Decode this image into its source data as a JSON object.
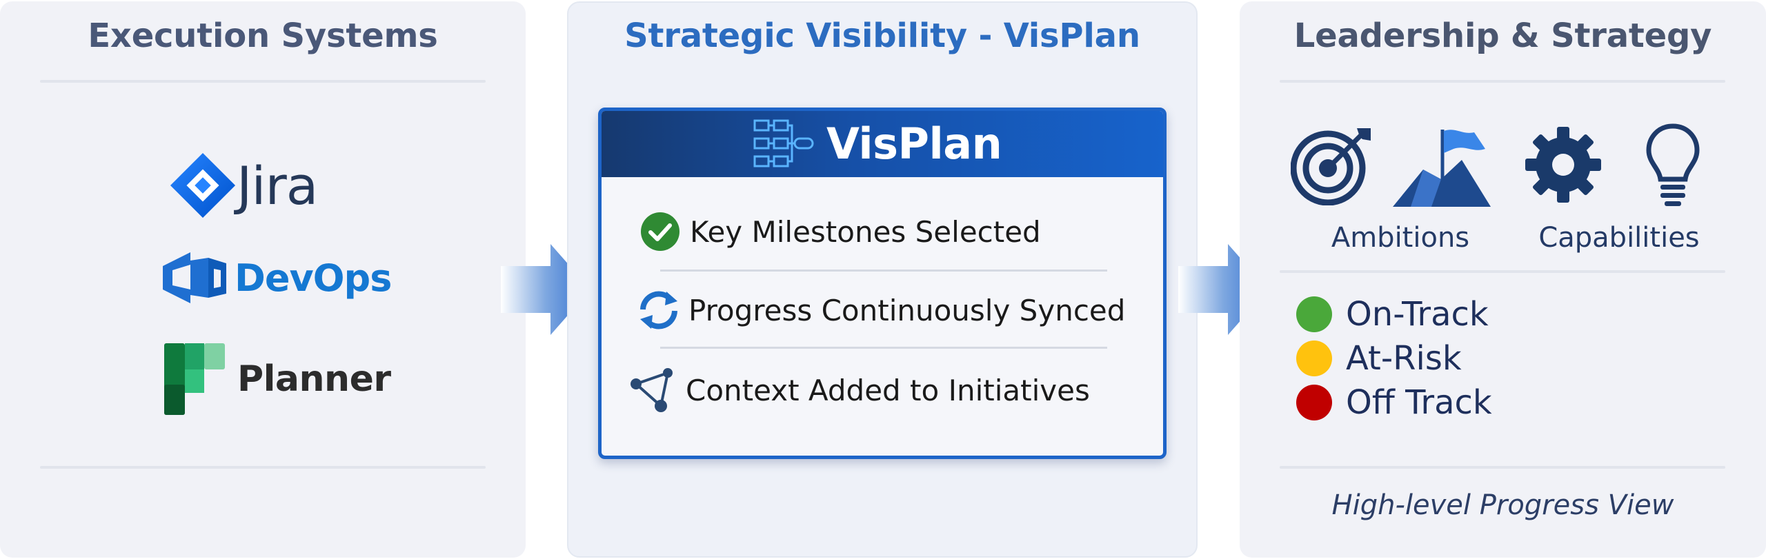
{
  "panels": {
    "execution": {
      "title": "Execution Systems",
      "logos": {
        "jira": "Jira",
        "devops": "DevOps",
        "planner": "Planner"
      }
    },
    "visibility": {
      "title": "Strategic Visibility - VisPlan",
      "brand": "VisPlan",
      "items": [
        {
          "text": "Key Milestones Selected",
          "icon": "check-circle-icon"
        },
        {
          "text": "Progress Continuously Synced",
          "icon": "sync-icon"
        },
        {
          "text": "Context Added to Initiatives",
          "icon": "network-icon"
        }
      ]
    },
    "leadership": {
      "title": "Leadership & Strategy",
      "icon_labels": {
        "ambitions": "Ambitions",
        "capabilities": "Capabilities"
      },
      "statuses": [
        {
          "label": "On-Track",
          "color": "#4aa83a"
        },
        {
          "label": "At-Risk",
          "color": "#ffc20e"
        },
        {
          "label": "Off Track",
          "color": "#c00000"
        }
      ],
      "footnote": "High-level Progress View"
    }
  },
  "colors": {
    "title_gray": "#4a5878",
    "title_blue": "#2c6cc0",
    "title_dark": "#4a5670",
    "accent_blue": "#1d64c8"
  }
}
